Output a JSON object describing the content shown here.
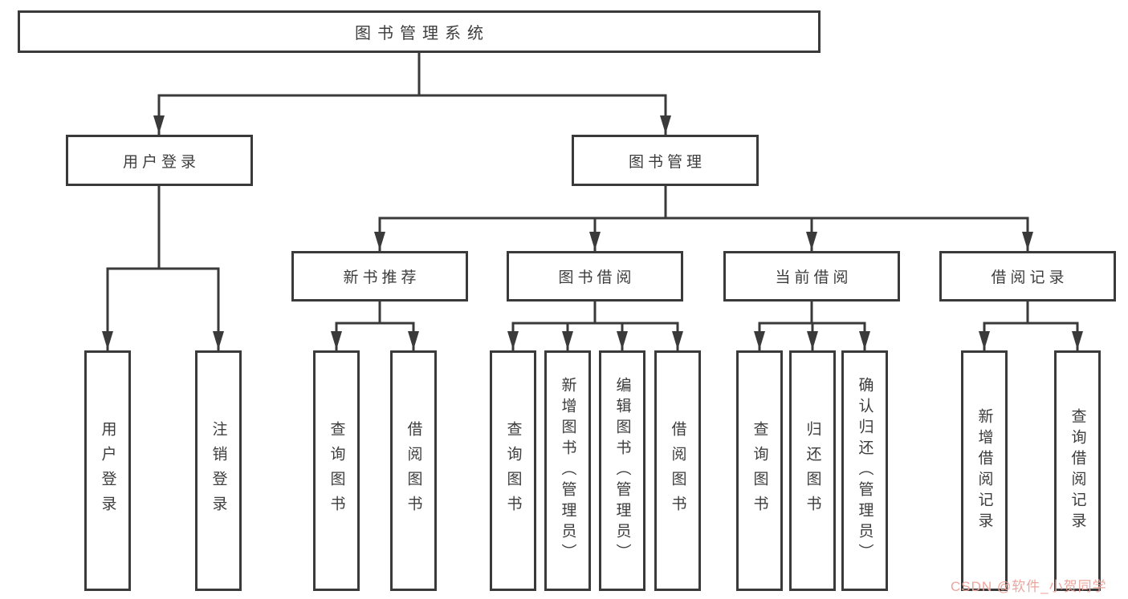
{
  "diagram_title": "图书管理系统",
  "tree": {
    "root": {
      "label": "图书管理系统"
    },
    "children": [
      {
        "label": "用户登录",
        "children": [
          {
            "label": "用户登录"
          },
          {
            "label": "注销登录"
          }
        ]
      },
      {
        "label": "图书管理",
        "children": [
          {
            "label": "新书推荐",
            "children": [
              {
                "label": "查询图书"
              },
              {
                "label": "借阅图书"
              }
            ]
          },
          {
            "label": "图书借阅",
            "children": [
              {
                "label": "查询图书"
              },
              {
                "label": "新增图书（管理员）"
              },
              {
                "label": "编辑图书（管理员）"
              },
              {
                "label": "借阅图书"
              }
            ]
          },
          {
            "label": "当前借阅",
            "children": [
              {
                "label": "查询图书"
              },
              {
                "label": "归还图书"
              },
              {
                "label": "确认归还（管理员）"
              }
            ]
          },
          {
            "label": "借阅记录",
            "children": [
              {
                "label": "新增借阅记录"
              },
              {
                "label": "查询借阅记录"
              }
            ]
          }
        ]
      }
    ]
  },
  "watermark": {
    "text": "CSDN @软件_小贺同学",
    "color": "#eda59d"
  },
  "colors": {
    "line": "#3a3a3a",
    "box_border": "#3a3a3a",
    "text": "#3d3d3d",
    "background": "#ffffff"
  }
}
